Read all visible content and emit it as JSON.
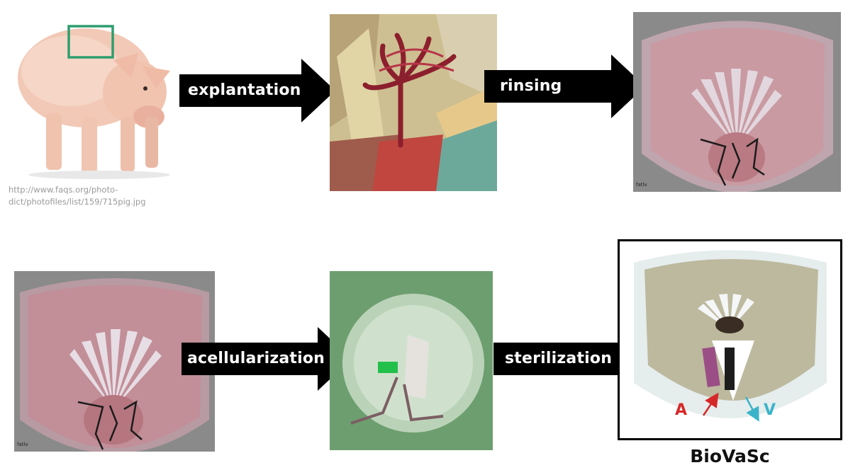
{
  "steps": {
    "explantation": "explantation",
    "rinsing": "rinsing",
    "acellularization": "acellularization",
    "sterilization": "sterilization"
  },
  "source_url": "http://www.faqs.org/photo-dict/photofiles/list/159/715pig.jpg",
  "final_label": "BioVaSc",
  "vessel_labels": {
    "artery": "A",
    "vein": "V"
  },
  "colors": {
    "arrow": "#000000",
    "arrow_text": "#ffffff",
    "artery": "#d62828",
    "vein": "#3bb3c9",
    "highlight_box": "#2e9e6e"
  }
}
